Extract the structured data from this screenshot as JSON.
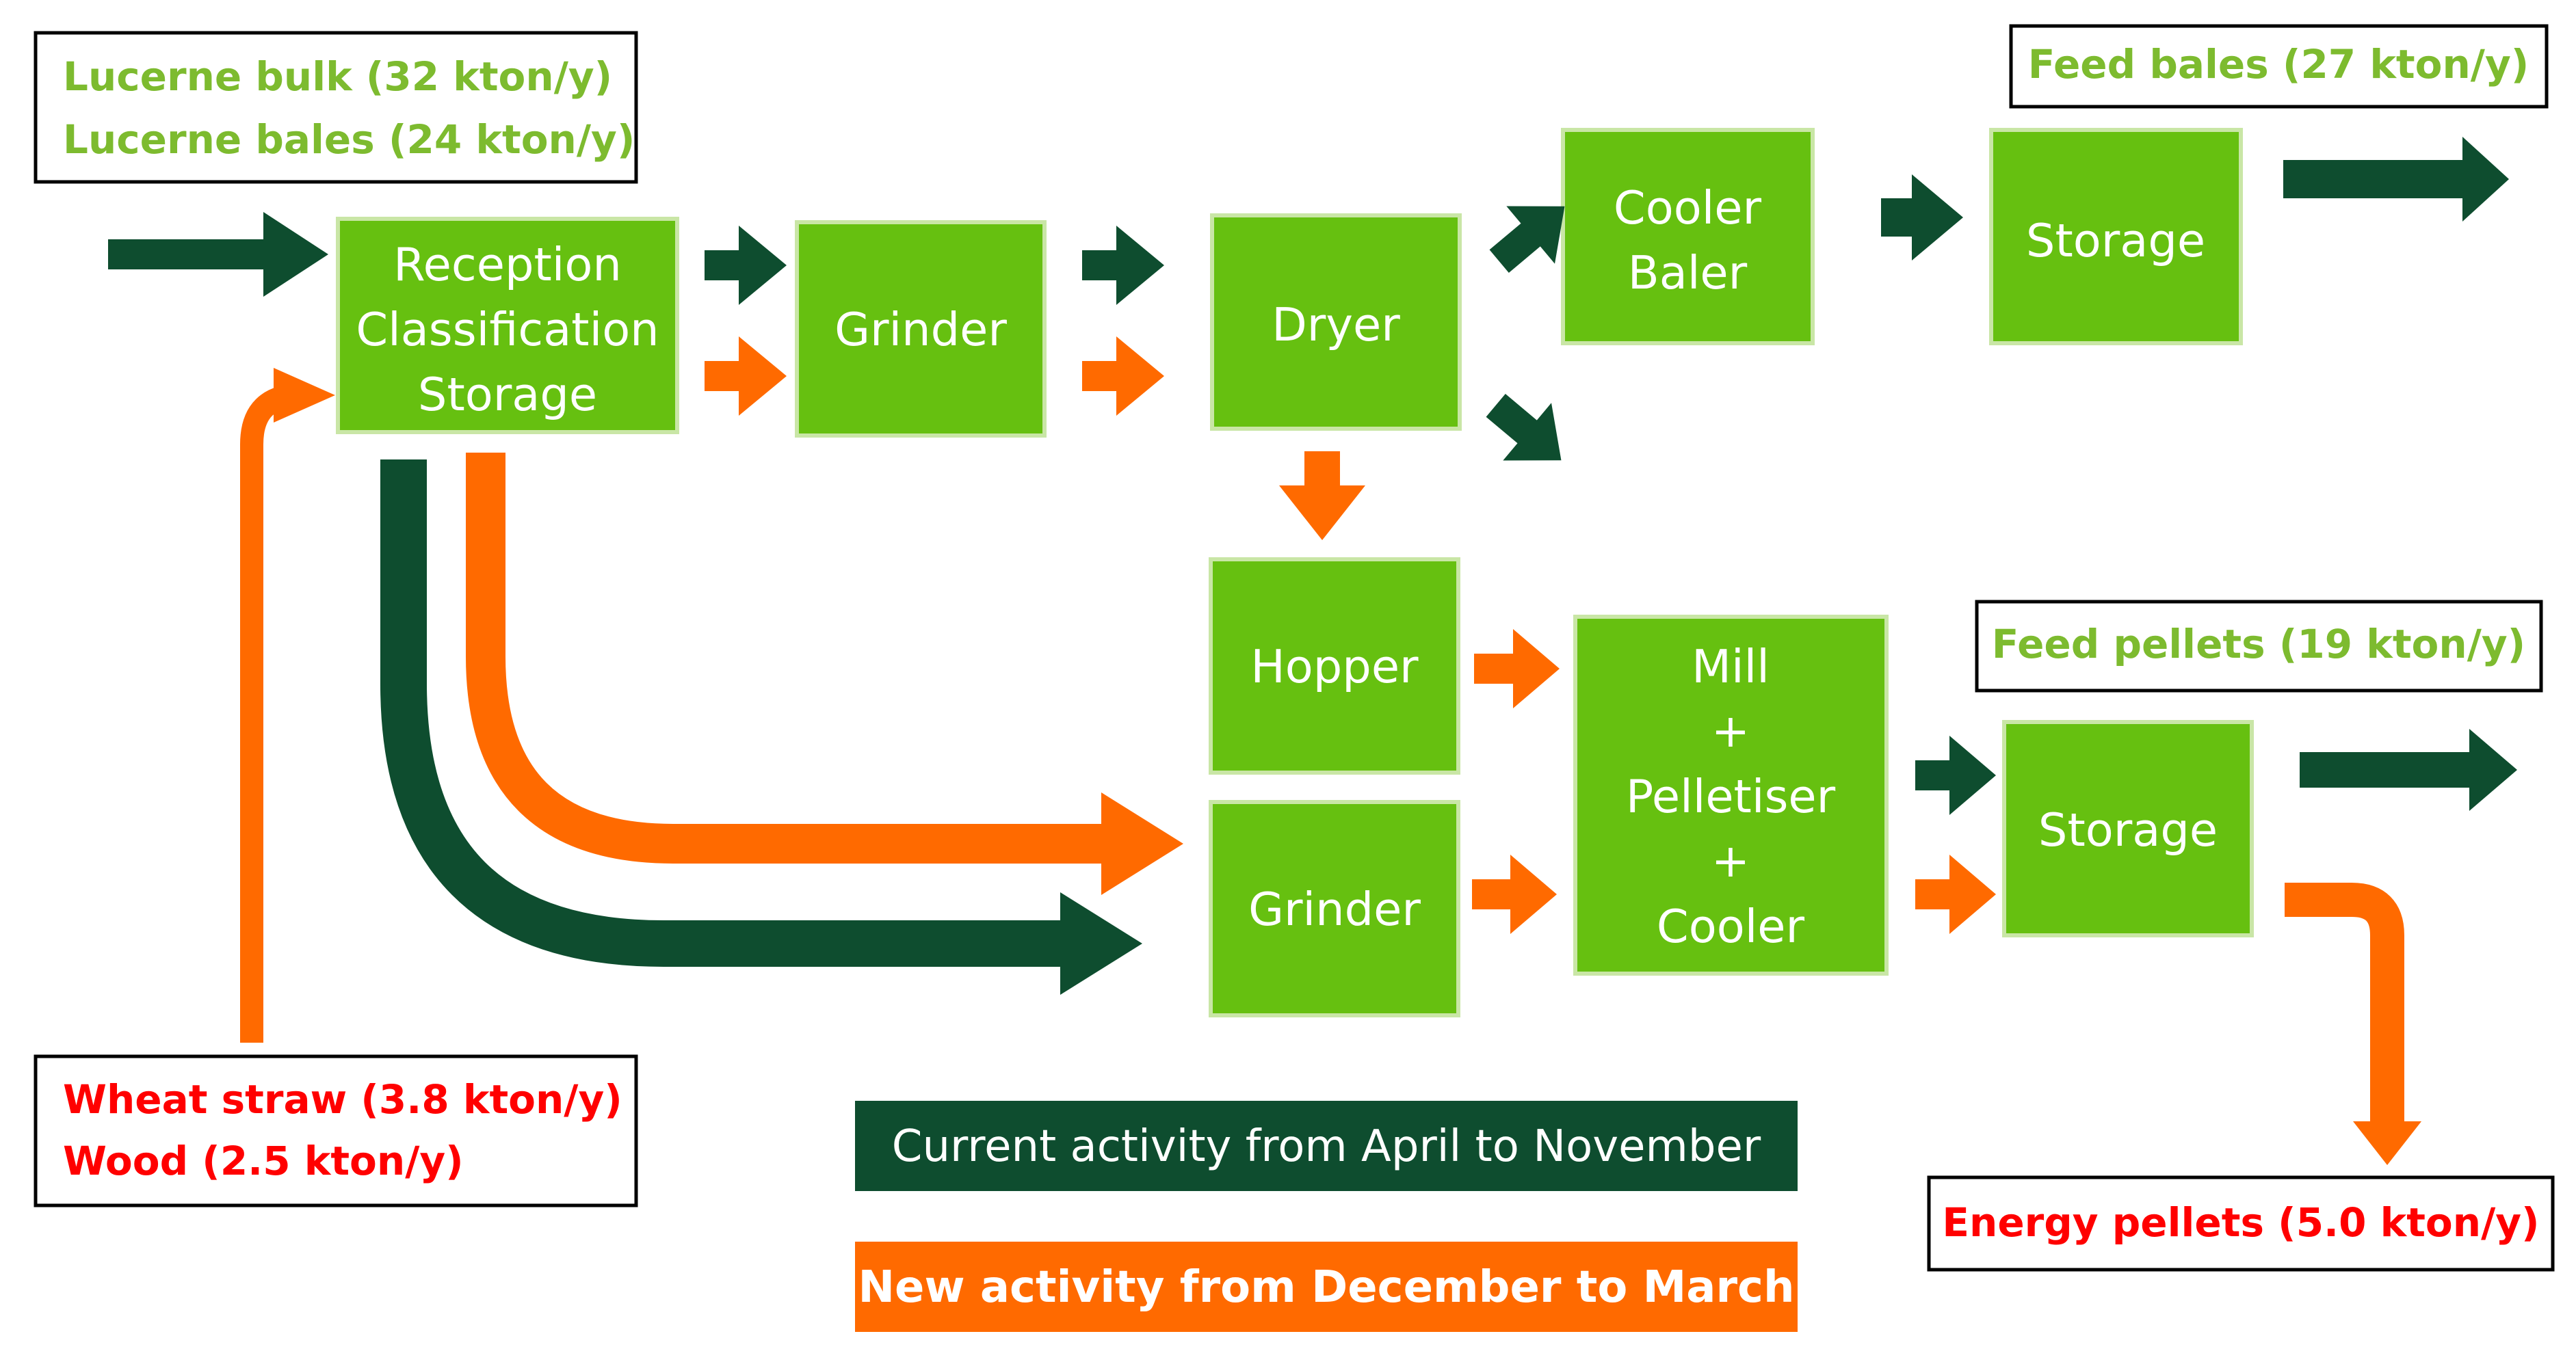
{
  "colors": {
    "process_green": "#66c010",
    "current_dark_green": "#0e4d2f",
    "new_orange": "#ff6a00",
    "input_text_green": "#7dbb2f",
    "input_text_red": "#ff0000"
  },
  "inputs": {
    "lucerne_bulk": "Lucerne bulk (32 kton/y)",
    "lucerne_bales": "Lucerne bales (24 kton/y)",
    "wheat_straw": "Wheat straw (3.8 kton/y)",
    "wood": "Wood (2.5 kton/y)"
  },
  "outputs": {
    "feed_bales": "Feed bales (27 kton/y)",
    "feed_pellets": "Feed pellets (19 kton/y)",
    "energy_pellets": "Energy pellets (5.0 kton/y)"
  },
  "process_boxes": {
    "reception": [
      "Reception",
      "Classification",
      "Storage"
    ],
    "grinder_top": [
      "Grinder"
    ],
    "dryer": [
      "Dryer"
    ],
    "cooler_baler": [
      "Cooler",
      "Baler"
    ],
    "storage_top": [
      "Storage"
    ],
    "hopper": [
      "Hopper"
    ],
    "grinder_bottom": [
      "Grinder"
    ],
    "mill": [
      "Mill",
      "+",
      "Pelletiser",
      "+",
      "Cooler"
    ],
    "storage_bottom": [
      "Storage"
    ]
  },
  "legend": {
    "current": "Current activity from April to November",
    "new": "New activity from December to March"
  }
}
